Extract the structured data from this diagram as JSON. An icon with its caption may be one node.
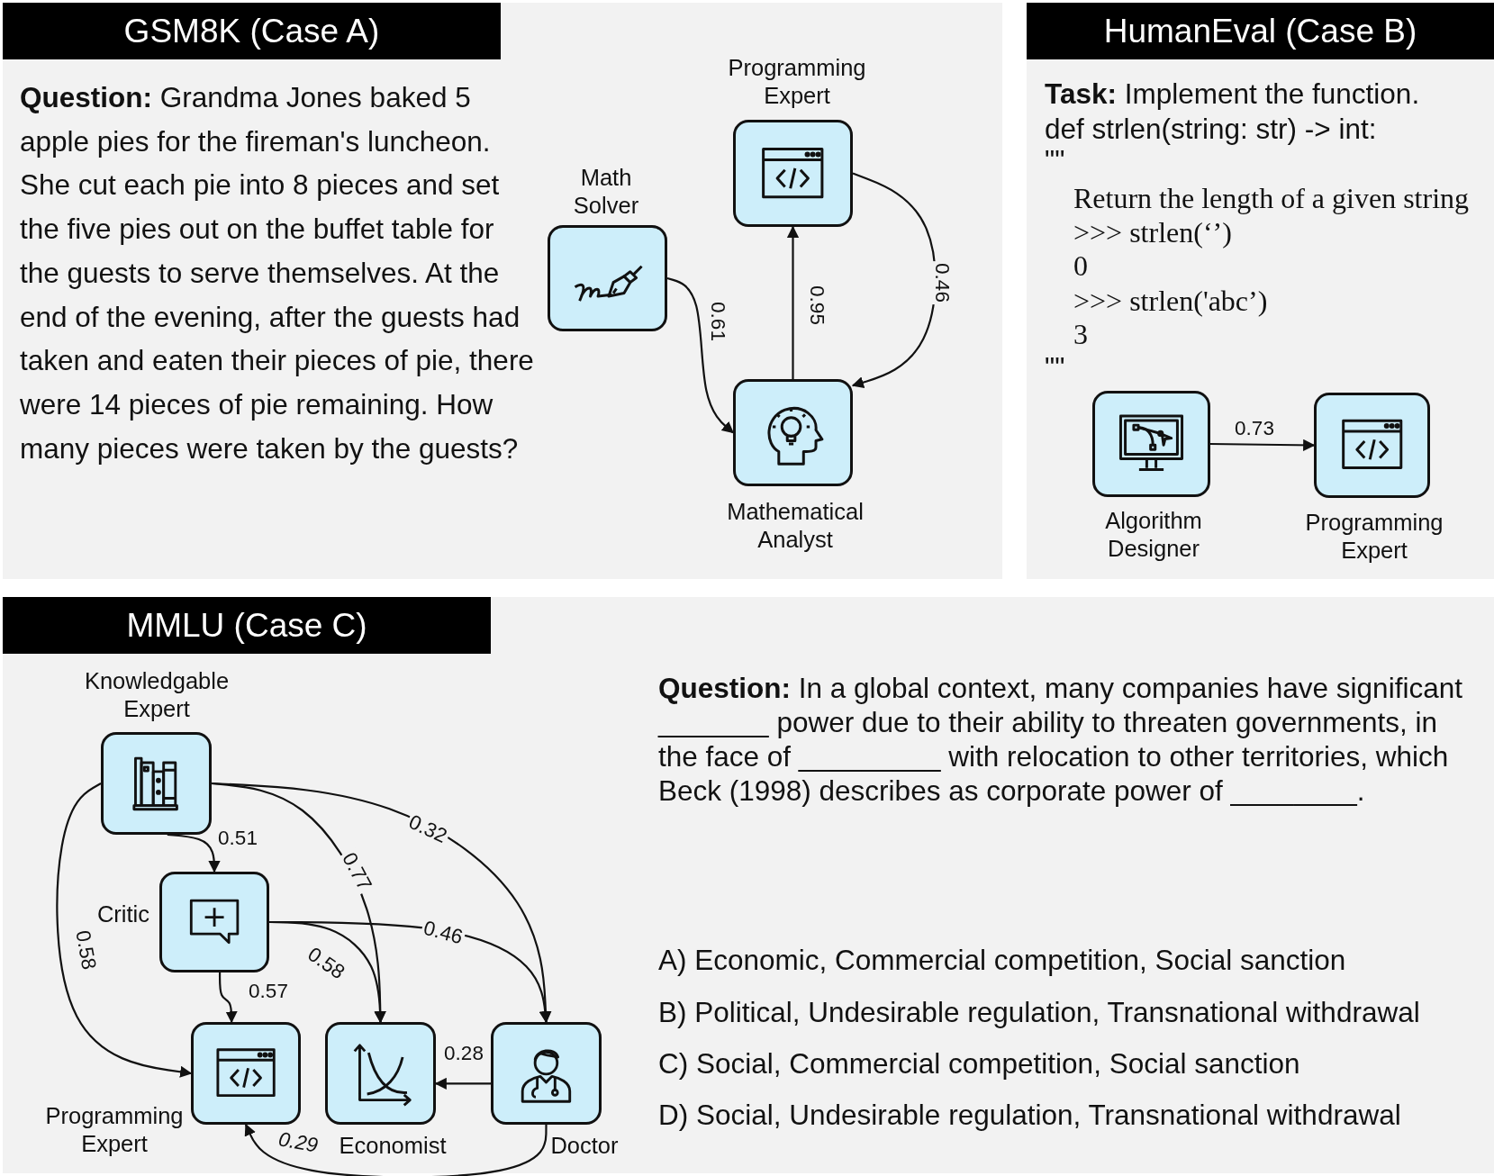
{
  "diagram": {
    "nodes": [
      {
        "text": [
          "GSM8K (Case A)",
          "**Question:** Grandma Jones baked 5 apple pies for the fireman's luncheon. She cut each pie into 8 pieces and set the five pies out on the buffet table for the guests to serve themselves. At the end of the evening, after the guests had taken and eaten their pieces of pie, there were 14 pieces of pie remaining. How many pieces were taken by the guests?"
        ]
      },
      {
        "text": [
          "Math Solver"
        ],
        "in": 0
      },
      {
        "text": [
          "Programming Expert"
        ],
        "in": 0
      },
      {
        "text": [
          "Mathematical Analyst"
        ],
        "in": 0
      },
      {
        "text": [
          "HumanEval (Case B)",
          "**Task:** Implement the function.",
          "def strlen(string: str) -> int:",
          "\"\"",
          "Return the length of a given string",
          ">>> strlen(‘’)",
          "0",
          ">>> strlen('abc’)",
          "3",
          "\"\""
        ]
      },
      {
        "text": [
          "Algorithm Designer"
        ],
        "in": 4
      },
      {
        "text": [
          "Programming Expert"
        ],
        "in": 4
      },
      {
        "text": [
          "MMLU (Case C)",
          "**Question:** In a global context, many companies have significant _______ power due to their ability to threaten governments, in the face of _________ with relocation to other territories, which Beck (1998) describes as corporate power of ________.",
          "A) Economic, Commercial competition, Social sanction",
          "B) Political, Undesirable regulation, Transnational withdrawal",
          "C) Social, Commercial competition, Social sanction",
          "D) Social, Undesirable regulation, Transnational withdrawal"
        ]
      },
      {
        "text": [
          "Knowledgable Expert"
        ],
        "in": 7
      },
      {
        "text": [
          "Critic"
        ],
        "in": 7
      },
      {
        "text": [
          "Programming Expert"
        ],
        "in": 7
      },
      {
        "text": [
          "Economist"
        ],
        "in": 7
      },
      {
        "text": [
          "Doctor"
        ],
        "in": 7
      }
    ],
    "edges": [
      {
        "from": 1,
        "to": 3,
        "arrow": "to",
        "label": "0.61"
      },
      {
        "from": 3,
        "to": 2,
        "arrow": "to",
        "label": "0.95"
      },
      {
        "from": 2,
        "to": 3,
        "arrow": "to",
        "label": "0.46"
      },
      {
        "from": 5,
        "to": 6,
        "arrow": "to",
        "label": "0.73"
      },
      {
        "from": 8,
        "to": 9,
        "arrow": "to",
        "label": "0.51"
      },
      {
        "from": 8,
        "to": 11,
        "arrow": "to",
        "label": "0.77"
      },
      {
        "from": 8,
        "to": 12,
        "arrow": "to",
        "label": "0.32"
      },
      {
        "from": 8,
        "to": 10,
        "arrow": "to",
        "label": "0.58"
      },
      {
        "from": 9,
        "to": 10,
        "arrow": "to",
        "label": "0.57"
      },
      {
        "from": 9,
        "to": 11,
        "arrow": "to",
        "label": "0.58"
      },
      {
        "from": 9,
        "to": 12,
        "arrow": "to",
        "label": "0.46"
      },
      {
        "from": 12,
        "to": 11,
        "arrow": "to",
        "label": "0.28"
      },
      {
        "from": 12,
        "to": 10,
        "arrow": "to",
        "label": "0.29"
      }
    ]
  }
}
